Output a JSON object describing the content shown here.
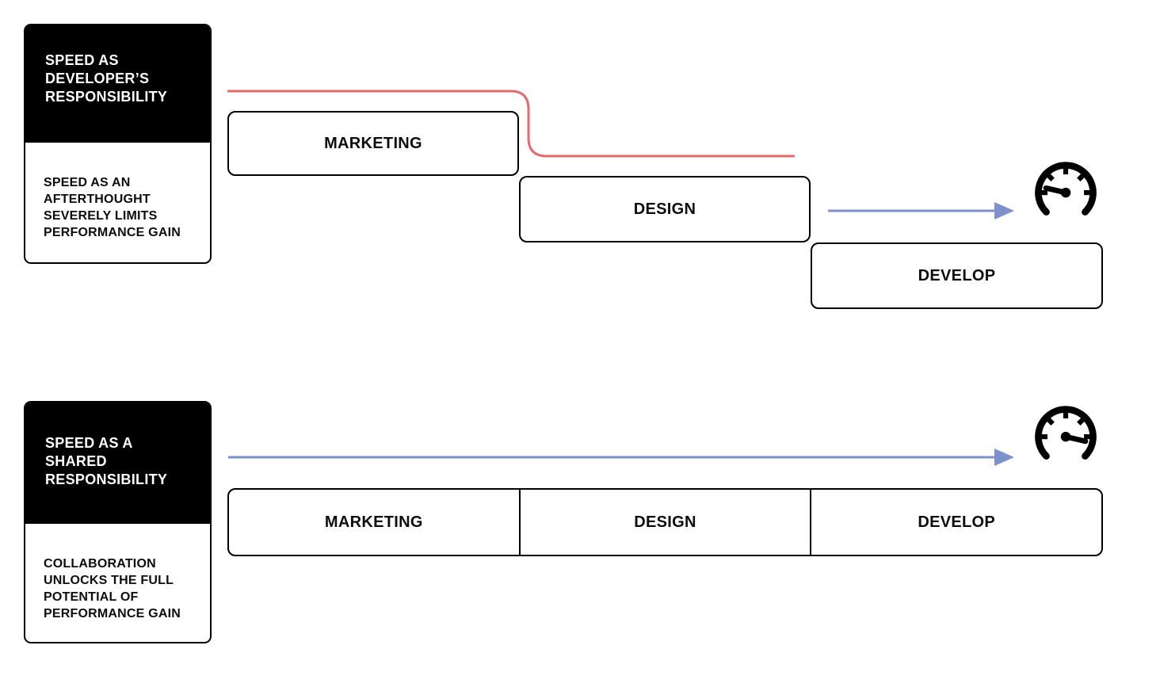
{
  "colors": {
    "line_red": "#e76a6a",
    "line_blue": "#7d92cc",
    "card_black": "#000000",
    "card_white": "#ffffff",
    "text_black": "#0d0d0d",
    "text_white": "#ffffff"
  },
  "top_flow": {
    "card": {
      "title": "SPEED AS\nDEVELOPER’S\nRESPONSIBILITY",
      "description": "SPEED AS AN\nAFTERTHOUGHT\nSEVERELY LIMITS\nPERFORMANCE GAIN"
    },
    "stages": [
      {
        "label": "MARKETING"
      },
      {
        "label": "DESIGN"
      },
      {
        "label": "DEVELOP"
      }
    ],
    "speedometer": {
      "reading": "low"
    }
  },
  "bottom_flow": {
    "card": {
      "title": "SPEED AS A\nSHARED\nRESPONSIBILITY",
      "description": "COLLABORATION\nUNLOCKS THE FULL\nPOTENTIAL OF\nPERFORMANCE GAIN"
    },
    "stages": [
      {
        "label": "MARKETING"
      },
      {
        "label": "DESIGN"
      },
      {
        "label": "DEVELOP"
      }
    ],
    "speedometer": {
      "reading": "high"
    }
  }
}
